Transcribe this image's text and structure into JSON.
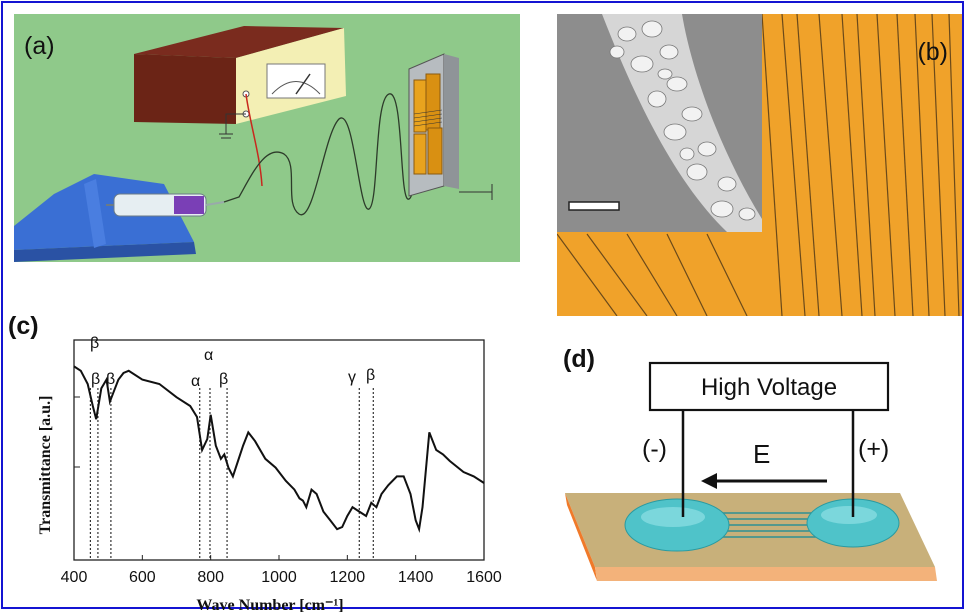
{
  "panels": {
    "a": {
      "label": "(a)"
    },
    "b": {
      "label": "(b)"
    },
    "c": {
      "label": "(c)"
    },
    "d": {
      "label": "(d)",
      "box_text": "High Voltage",
      "neg": "(-)",
      "pos": "(+)",
      "field": "E"
    }
  },
  "colors": {
    "frame": "#1414d2",
    "panel_a_bg": "#8fc98a",
    "panel_b_bg": "#f0a22a",
    "droplet": "#4fc3c9"
  },
  "chart_data": {
    "type": "line",
    "xlabel": "Wave Number [cm⁻¹]",
    "ylabel": "Transmittance [a.u.]",
    "xlim": [
      400,
      1600
    ],
    "xticks": [
      "400",
      "600",
      "800",
      "1000",
      "1200",
      "1400",
      "1600"
    ],
    "series": [
      {
        "x": [
          400,
          420,
          440,
          455,
          465,
          480,
          495,
          505,
          515,
          530,
          545,
          560,
          600,
          650,
          700,
          740,
          760,
          775,
          790,
          800,
          815,
          830,
          840,
          852,
          865,
          880,
          895,
          910,
          930,
          960,
          990,
          1020,
          1045,
          1060,
          1070,
          1080,
          1095,
          1110,
          1130,
          1150,
          1170,
          1185,
          1200,
          1215,
          1235,
          1255,
          1270,
          1285,
          1300,
          1320,
          1345,
          1365,
          1385,
          1400,
          1410,
          1420,
          1440,
          1460,
          1480,
          1500,
          1540,
          1570,
          1600
        ],
        "y": [
          88,
          86,
          80,
          70,
          64,
          78,
          82,
          72,
          76,
          82,
          85,
          86,
          82,
          80,
          74,
          70,
          65,
          50,
          55,
          66,
          52,
          46,
          48,
          42,
          38,
          45,
          52,
          58,
          54,
          46,
          42,
          36,
          32,
          28,
          27,
          24,
          32,
          30,
          22,
          18,
          14,
          15,
          20,
          24,
          22,
          20,
          26,
          24,
          30,
          34,
          38,
          38,
          30,
          18,
          14,
          24,
          58,
          50,
          48,
          45,
          40,
          38,
          35
        ]
      }
    ],
    "annotations": [
      {
        "x": 448,
        "labels": [
          "β"
        ]
      },
      {
        "x": 470,
        "labels": [
          "β"
        ]
      },
      {
        "x": 508,
        "labels": [
          "β"
        ]
      },
      {
        "x": 768,
        "labels": [
          "α"
        ]
      },
      {
        "x": 798,
        "labels": [
          "α"
        ]
      },
      {
        "x": 848,
        "labels": [
          "β"
        ]
      },
      {
        "x": 1235,
        "labels": [
          "γ"
        ]
      },
      {
        "x": 1276,
        "labels": [
          "β"
        ]
      }
    ],
    "ann_text": {
      "b1": "β",
      "b2": "β",
      "b3": "β",
      "a1": "α",
      "a2": "α",
      "b4": "β",
      "g1": "γ",
      "b5": "β"
    }
  }
}
